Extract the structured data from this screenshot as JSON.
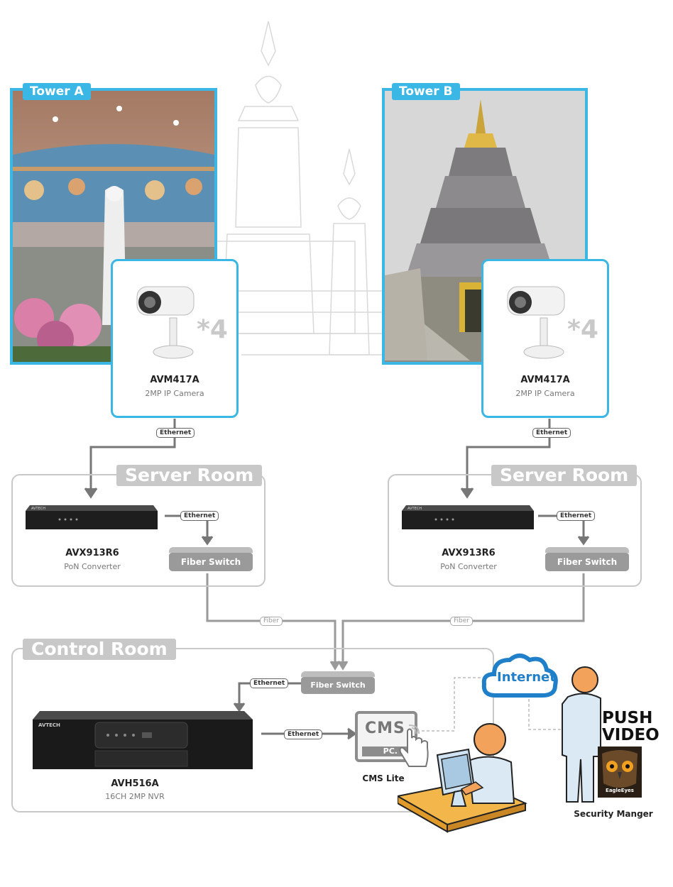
{
  "towers": [
    {
      "tag": "Tower A",
      "camera": {
        "model": "AVM417A",
        "desc": "2MP IP Camera",
        "qty": "*4"
      }
    },
    {
      "tag": "Tower B",
      "camera": {
        "model": "AVM417A",
        "desc": "2MP IP Camera",
        "qty": "*4"
      }
    }
  ],
  "server_rooms": [
    {
      "title": "Server Room",
      "converter": {
        "model": "AVX913R6",
        "desc": "PoN Converter",
        "brand": "AVTECH"
      },
      "switch": "Fiber Switch"
    },
    {
      "title": "Server Room",
      "converter": {
        "model": "AVX913R6",
        "desc": "PoN Converter",
        "brand": "AVTECH"
      },
      "switch": "Fiber Switch"
    }
  ],
  "links": {
    "ethernet": "Ethernet",
    "fiber": "Fiber"
  },
  "control_room": {
    "title": "Control Room",
    "switch": "Fiber Switch",
    "nvr": {
      "model": "AVH516A",
      "desc": "16CH 2MP NVR",
      "brand": "AVTECH"
    },
    "cms": {
      "screen": "CMS",
      "sub": "PC.",
      "label": "CMS Lite"
    },
    "internet": "Internet",
    "push": [
      "PUSH",
      "VIDEO"
    ],
    "app": "EagleEyes",
    "manager": "Security Manger"
  },
  "colors": {
    "accent": "#3bb7e6",
    "room": "#c8c8c8",
    "line": "#777777"
  }
}
